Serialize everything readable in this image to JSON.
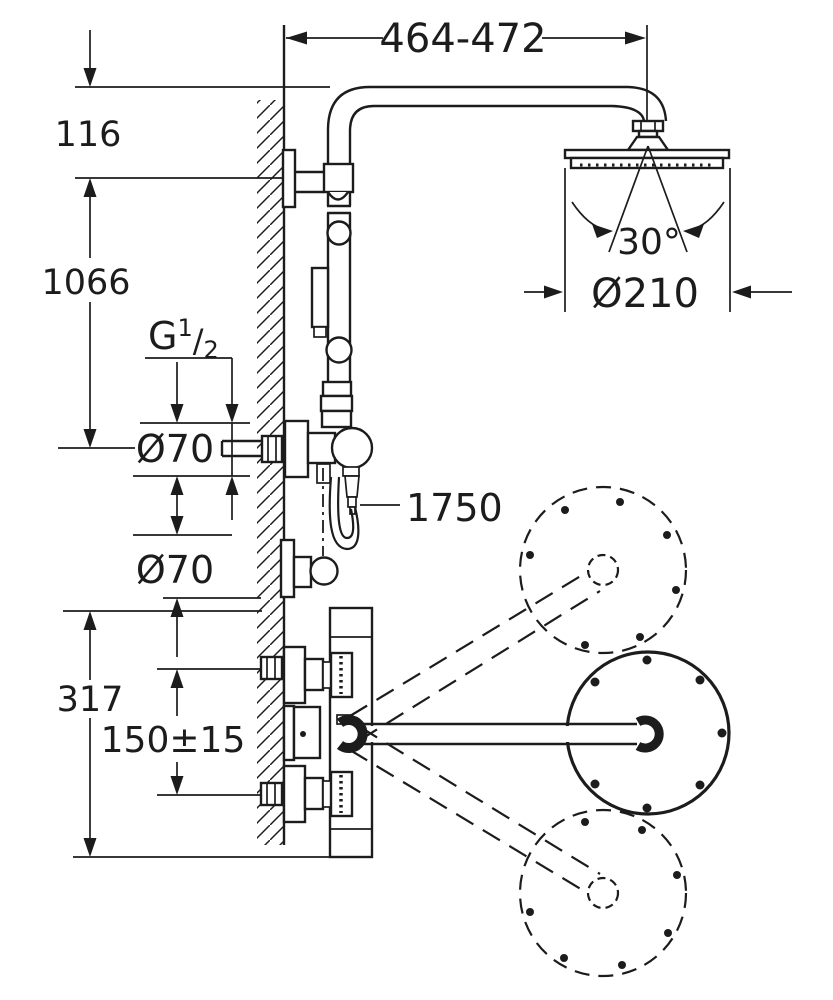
{
  "colors": {
    "ink": "#1c1c1c",
    "paper": "#ffffff"
  },
  "dimensions": {
    "arm_reach": "464-472",
    "head_drop": "116",
    "riser_height": "1066",
    "thread_size": {
      "series": "G",
      "numerator": "1",
      "slash": "/",
      "denominator": "2"
    },
    "diverter_escutcheon_diameter": "Ø70",
    "holder_escutcheon_diameter": "Ø70",
    "hose_length": "1750",
    "head_diameter": "Ø210",
    "head_swivel_angle": "30°",
    "valve_trim_height": "317",
    "supply_center_distance": "150±15"
  }
}
